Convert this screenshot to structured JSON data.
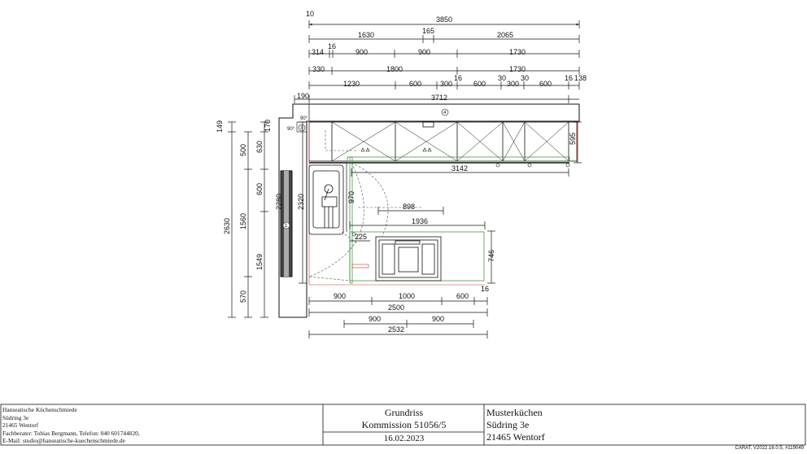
{
  "plan": {
    "dims_top": [
      "10",
      "3850",
      "1630",
      "165",
      "2065",
      "314",
      "16",
      "900",
      "900",
      "1730",
      "330",
      "1800",
      "1730",
      "1230",
      "600",
      "300",
      "16",
      "600",
      "30",
      "300",
      "30",
      "600",
      "16",
      "138",
      "190",
      "3712"
    ],
    "dims_left": [
      "149",
      "500",
      "630",
      "170",
      "600",
      "2630",
      "1560",
      "1549",
      "570",
      "2280",
      "2320",
      "970"
    ],
    "dims_inner": [
      "3142",
      "898",
      "1936",
      "225",
      "595",
      "746"
    ],
    "dims_bottom": [
      "16",
      "900",
      "1000",
      "600",
      "2500",
      "900",
      "900",
      "2532"
    ],
    "angles": [
      "90°",
      "90°"
    ],
    "markers": [
      "4",
      "3",
      "1"
    ]
  },
  "titleblock": {
    "company": "Hanseatische Küchenschmiede",
    "street": "Südring 3e",
    "city": "21465 Wentorf",
    "advisor": "Fachberater: Tobias Bergmann, Telefon: 040 601744820,",
    "email": "E-Mail: studio@hanseatische-kuechenschmiede.de",
    "doc_title": "Grundriss",
    "commission": "Kommission 51056/5",
    "date": "16.02.2023",
    "studio_name": "Musterküchen",
    "studio_street": "Südring 3e",
    "studio_city": "21465 Wentorf",
    "software": "CARAT, V2022.16.0.5, #119049"
  }
}
